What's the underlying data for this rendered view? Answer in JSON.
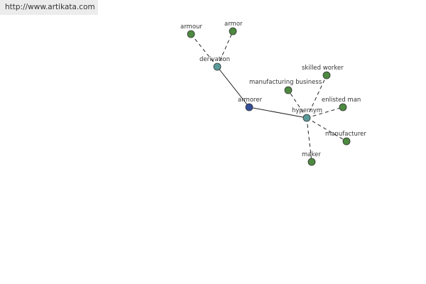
{
  "header": {
    "url_text": "http://www.artikata.com"
  },
  "colors": {
    "root_node": "#334d99",
    "category_node": "#5a9a9a",
    "leaf_node": "#4d8a40"
  },
  "graph": {
    "nodes": [
      {
        "id": "armorer",
        "label": "armorer",
        "kind": "root"
      },
      {
        "id": "derivation",
        "label": "derivation",
        "kind": "category"
      },
      {
        "id": "hypernym",
        "label": "hypernym",
        "kind": "category"
      },
      {
        "id": "armour",
        "label": "armour",
        "kind": "leaf"
      },
      {
        "id": "armor",
        "label": "armor",
        "kind": "leaf"
      },
      {
        "id": "manufacturing-business",
        "label": "manufacturing business",
        "kind": "leaf"
      },
      {
        "id": "skilled-worker",
        "label": "skilled worker",
        "kind": "leaf"
      },
      {
        "id": "enlisted-man",
        "label": "enlisted man",
        "kind": "leaf"
      },
      {
        "id": "manufacturer",
        "label": "manufacturer",
        "kind": "leaf"
      },
      {
        "id": "maker",
        "label": "maker",
        "kind": "leaf"
      }
    ],
    "edges": [
      {
        "from": "armorer",
        "to": "derivation",
        "style": "solid"
      },
      {
        "from": "armorer",
        "to": "hypernym",
        "style": "solid"
      },
      {
        "from": "derivation",
        "to": "armour",
        "style": "dashed"
      },
      {
        "from": "derivation",
        "to": "armor",
        "style": "dashed"
      },
      {
        "from": "hypernym",
        "to": "manufacturing-business",
        "style": "dashed"
      },
      {
        "from": "hypernym",
        "to": "skilled-worker",
        "style": "dashed"
      },
      {
        "from": "hypernym",
        "to": "enlisted-man",
        "style": "dashed"
      },
      {
        "from": "hypernym",
        "to": "manufacturer",
        "style": "dashed"
      },
      {
        "from": "hypernym",
        "to": "maker",
        "style": "dashed"
      }
    ]
  }
}
